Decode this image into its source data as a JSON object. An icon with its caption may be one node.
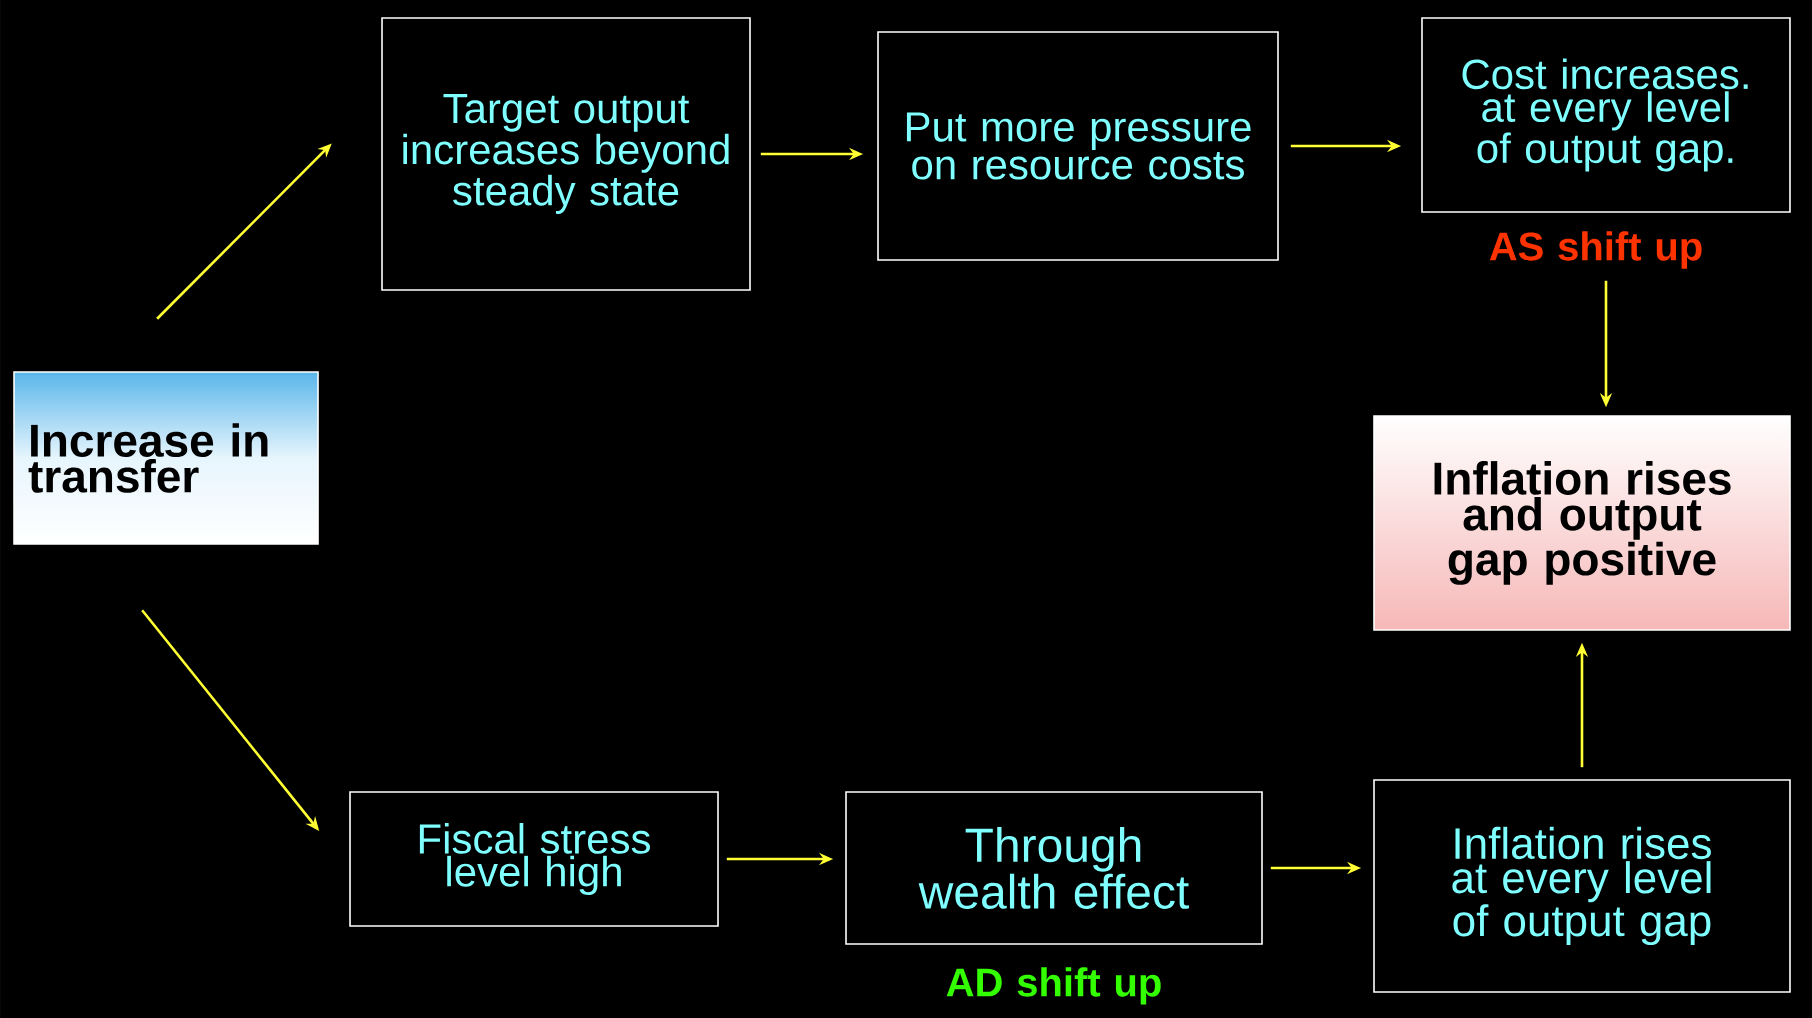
{
  "diagram": {
    "nodes": [
      {
        "text": [
          "Increase in transfer"
        ]
      },
      {
        "text": [
          "Target output increases beyond steady state"
        ]
      },
      {
        "text": [
          "Put more pressure on resource costs"
        ]
      },
      {
        "text": [
          "Cost increases. at every level of output gap."
        ],
        "beside": [
          "AS shift up"
        ]
      },
      {
        "text": [
          "Inflation rises and output gap positive"
        ]
      },
      {
        "text": [
          "Fiscal stress level high"
        ]
      },
      {
        "text": [
          "Through wealth effect"
        ],
        "beside": [
          "AD shift up"
        ]
      },
      {
        "text": [
          "Inflation rises at every level of output gap"
        ]
      }
    ],
    "edges": [
      {
        "from": 0,
        "to": 1,
        "arrow": "to"
      },
      {
        "from": 0,
        "to": 5,
        "arrow": "to"
      },
      {
        "from": 1,
        "to": 2,
        "arrow": "to"
      },
      {
        "from": 2,
        "to": 3,
        "arrow": "to"
      },
      {
        "from": 3,
        "to": 4,
        "arrow": "to"
      },
      {
        "from": 5,
        "to": 6,
        "arrow": "to"
      },
      {
        "from": 6,
        "to": 7,
        "arrow": "to"
      },
      {
        "from": 7,
        "to": 4,
        "arrow": "to"
      }
    ]
  }
}
